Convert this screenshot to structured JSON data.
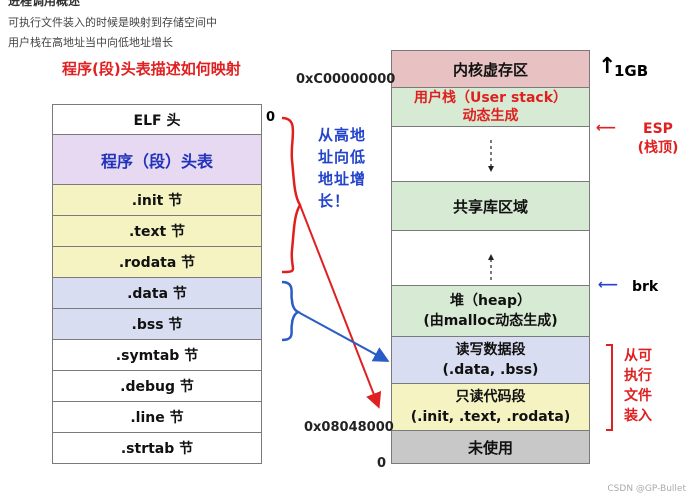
{
  "header": {
    "title": "进程调用概述",
    "line1": "可执行文件装入的时候是映射到存储空间中",
    "line2": "用户栈在高地址当中向低地址增长"
  },
  "diagram_title": "程序(段)头表描述如何映射",
  "elf": {
    "start_label": "0",
    "sections": [
      {
        "label": "ELF 头",
        "color": "#ffffff"
      },
      {
        "label": "程序（段）头表",
        "color": "#e6d9f1"
      },
      {
        "label": ".init 节",
        "color": "#f6f3c2"
      },
      {
        "label": ".text 节",
        "color": "#f6f3c2"
      },
      {
        "label": ".rodata 节",
        "color": "#f6f3c2"
      },
      {
        "label": ".data 节",
        "color": "#d9ddf1"
      },
      {
        "label": ".bss 节",
        "color": "#d9ddf1"
      },
      {
        "label": ".symtab 节",
        "color": "#ffffff"
      },
      {
        "label": ".debug 节",
        "color": "#ffffff"
      },
      {
        "label": ".line 节",
        "color": "#ffffff"
      },
      {
        "label": ".strtab 节",
        "color": "#ffffff"
      }
    ]
  },
  "growth_note": "从高地址向低地址增长！",
  "memory": {
    "kernel": "内核虚存区",
    "user_stack_line1": "用户栈（User stack）",
    "user_stack_line2": "动态生成",
    "shared_lib": "共享库区域",
    "heap_line1": "堆（heap）",
    "heap_line2": "(由malloc动态生成)",
    "rw_line1": "读写数据段",
    "rw_line2": "(.data, .bss)",
    "ro_line1": "只读代码段",
    "ro_line2": "(.init, .text, .rodata)",
    "unused": "未使用"
  },
  "addresses": {
    "top": "0xC00000000",
    "ro_start": "0x08048000",
    "zero": "0"
  },
  "labels": {
    "gb": "1GB",
    "esp_line1": "ESP",
    "esp_line2": "(栈顶)",
    "brk": "brk",
    "load_note": "从可执行文件装入"
  },
  "watermark": "CSDN @GP-Bullet"
}
